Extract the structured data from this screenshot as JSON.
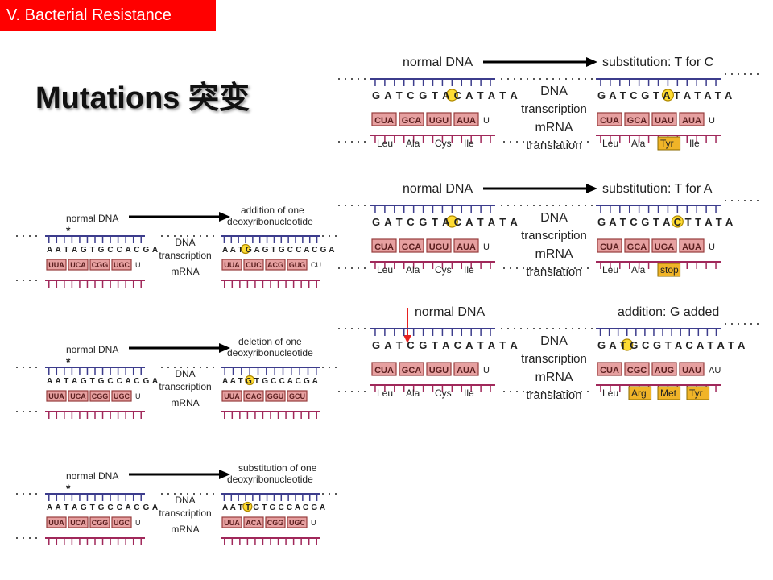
{
  "header": {
    "section_tag": "V. Bacterial Resistance",
    "title": "Mutations 突变"
  },
  "colors": {
    "strand": "#3c3c8c",
    "rna": "#a0285a",
    "codon_fill": "#e6a0a0",
    "codon_border": "#963c3c",
    "highlight": "#ffdc32",
    "aa_highlight": "#f0b428",
    "arrow": "#000000",
    "marker": "#e62020"
  },
  "right_panels": [
    {
      "labels": {
        "normal": "normal DNA",
        "mutation": "substitution: T for C",
        "dna": "DNA",
        "transcription": "transcription",
        "mrna": "mRNA",
        "translation": "translation"
      },
      "dna_normal": "G A T C G T A C A T A T A",
      "dna_mut": "G A T C G T A T A T A T A",
      "mrna_normal": [
        "CUA",
        "GCA",
        "UGU",
        "AUA",
        "U"
      ],
      "mrna_mut": [
        "CUA",
        "GCA",
        "UAU",
        "AUA",
        "U"
      ],
      "aa_normal": [
        "Leu",
        "Ala",
        "Cys",
        "Ile"
      ],
      "aa_mut": [
        "Leu",
        "Ala",
        "Tyr",
        "Ile"
      ]
    },
    {
      "labels": {
        "normal": "normal DNA",
        "mutation": "substitution: T for A",
        "dna": "DNA",
        "transcription": "transcription",
        "mrna": "mRNA",
        "translation": "translation"
      },
      "dna_normal": "G A T C G T A C A T A T A",
      "dna_mut": "G A T C G T A C T T A T A",
      "mrna_normal": [
        "CUA",
        "GCA",
        "UGU",
        "AUA",
        "U"
      ],
      "mrna_mut": [
        "CUA",
        "GCA",
        "UGA",
        "AUA",
        "U"
      ],
      "aa_normal": [
        "Leu",
        "Ala",
        "Cys",
        "Ile"
      ],
      "aa_mut": [
        "Leu",
        "Ala",
        "stop"
      ]
    },
    {
      "labels": {
        "normal": "normal DNA",
        "mutation": "addition: G added",
        "dna": "DNA",
        "transcription": "transcription",
        "mrna": "mRNA",
        "translation": "translation"
      },
      "dna_normal": "G A T C G T A C A T A T A",
      "dna_mut": "G A T G C G T A C A T A T A",
      "mrna_normal": [
        "CUA",
        "GCA",
        "UGU",
        "AUA",
        "U"
      ],
      "mrna_mut": [
        "CUA",
        "CGC",
        "AUG",
        "UAU",
        "AU"
      ],
      "aa_normal": [
        "Leu",
        "Ala",
        "Cys",
        "Ile"
      ],
      "aa_mut": [
        "Leu",
        "Arg",
        "Met",
        "Tyr"
      ]
    }
  ],
  "left_panels": [
    {
      "labels": {
        "normal": "normal DNA",
        "mutation_1": "addition of one",
        "mutation_2": "deoxyribonucleotide",
        "dna": "DNA",
        "transcription": "transcription",
        "mrna": "mRNA",
        "star": "*"
      },
      "dna_normal": "A A T A G T G C C A C G A",
      "dna_mut": "A A T G A G T G C C A C G A",
      "mrna_normal": [
        "UUA",
        "UCA",
        "CGG",
        "UGC",
        "U"
      ],
      "mrna_mut": [
        "UUA",
        "CUC",
        "ACG",
        "GUG",
        "CU"
      ]
    },
    {
      "labels": {
        "normal": "normal DNA",
        "mutation_1": "deletion of one",
        "mutation_2": "deoxyribonucleotide",
        "dna": "DNA",
        "transcription": "transcription",
        "mrna": "mRNA",
        "star": "*"
      },
      "dna_normal": "A A T A G T G C C A C G A",
      "dna_mut": "A A T G T G C C A C G A",
      "mrna_normal": [
        "UUA",
        "UCA",
        "CGG",
        "UGC",
        "U"
      ],
      "mrna_mut": [
        "UUA",
        "CAC",
        "GGU",
        "GCU"
      ]
    },
    {
      "labels": {
        "normal": "normal DNA",
        "mutation_1": "substitution of one",
        "mutation_2": "deoxyribonucleotide",
        "dna": "DNA",
        "transcription": "transcription",
        "mrna": "mRNA",
        "star": "*"
      },
      "dna_normal": "A A T A G T G C C A C G A",
      "dna_mut": "A A T T G T G C C A C G A",
      "mrna_normal": [
        "UUA",
        "UCA",
        "CGG",
        "UGC",
        "U"
      ],
      "mrna_mut": [
        "UUA",
        "ACA",
        "CGG",
        "UGC",
        "U"
      ]
    }
  ]
}
